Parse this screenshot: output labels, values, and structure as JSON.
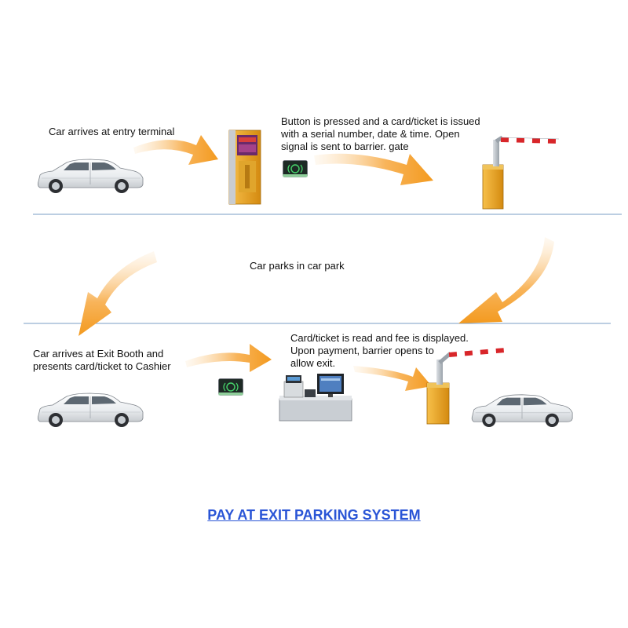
{
  "steps": {
    "entry": "Car arrives at entry terminal",
    "issue": [
      "Button is pressed and a card/ticket is issued",
      "with a serial number, date & time. Open",
      "signal  is sent to barrier. gate"
    ],
    "parks": "Car parks in car park",
    "exit_booth": [
      "Car arrives at Exit Booth and",
      "presents card/ticket to Cashier"
    ],
    "read_fee": [
      "Card/ticket is read and fee is displayed.",
      "Upon payment, barrier opens to",
      "allow exit."
    ]
  },
  "title": "PAY AT EXIT PARKING SYSTEM",
  "colors": {
    "title": "#2a55d6",
    "divider": "#7a9cc6",
    "arrow": "#f6a02a",
    "barrier": "#e8a21a",
    "boom_red": "#d8262a"
  }
}
